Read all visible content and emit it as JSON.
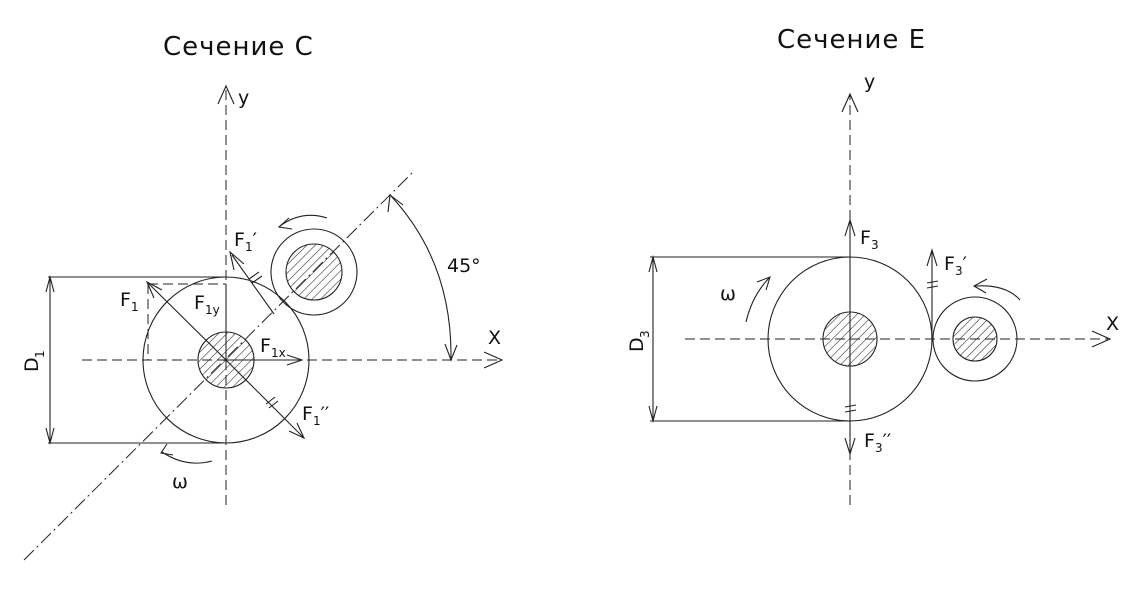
{
  "section_c": {
    "title": "Сечение С",
    "axis_x": "X",
    "axis_y": "y",
    "angle": "45°",
    "force_f1": "F",
    "force_f1_sub": "1",
    "force_f1y": "F",
    "force_f1y_sub": "1y",
    "force_f1x": "F",
    "force_f1x_sub": "1x",
    "force_f1_prime": "F",
    "force_f1_prime_sub": "1",
    "prime1": "′",
    "force_f1_dprime": "F",
    "force_f1_dprime_sub": "1",
    "prime2": "′′",
    "diameter": "D",
    "diameter_sub": "1",
    "omega": "ω"
  },
  "section_e": {
    "title": "Сечение Е",
    "axis_x": "X",
    "axis_y": "y",
    "force_f3": "F",
    "force_f3_sub": "3",
    "force_f3_prime": "F",
    "force_f3_prime_sub": "3",
    "prime1": "′",
    "force_f3_dprime": "F",
    "force_f3_dprime_sub": "3",
    "prime2": "′′",
    "diameter": "D",
    "diameter_sub": "3",
    "omega": "ω"
  }
}
